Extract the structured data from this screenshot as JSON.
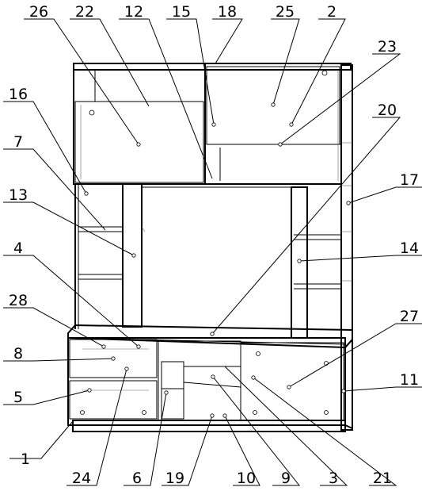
{
  "figure": {
    "labels": [
      "26",
      "22",
      "12",
      "15",
      "18",
      "25",
      "2",
      "23",
      "16",
      "20",
      "7",
      "17",
      "13",
      "14",
      "4",
      "28",
      "27",
      "8",
      "11",
      "5",
      "1",
      "24",
      "6",
      "19",
      "10",
      "9",
      "3",
      "21"
    ]
  }
}
